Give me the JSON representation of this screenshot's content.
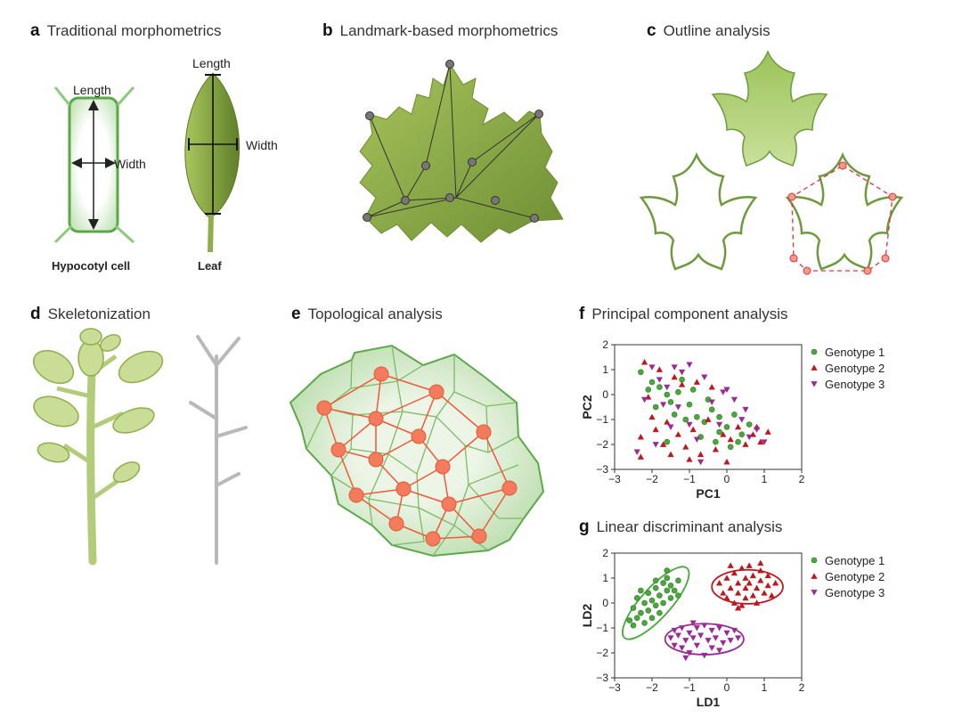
{
  "panels": {
    "a": {
      "letter": "a",
      "title": "Traditional morphometrics",
      "length": "Length",
      "width": "Width",
      "cell": "Hypocotyl cell",
      "leaf": "Leaf"
    },
    "b": {
      "letter": "b",
      "title": "Landmark-based morphometrics"
    },
    "c": {
      "letter": "c",
      "title": "Outline analysis"
    },
    "d": {
      "letter": "d",
      "title": "Skeletonization"
    },
    "e": {
      "letter": "e",
      "title": "Topological analysis"
    },
    "f": {
      "letter": "f",
      "title": "Principal component analysis"
    },
    "g": {
      "letter": "g",
      "title": "Linear discriminant analysis"
    }
  },
  "colors": {
    "leaf": "#8fae4a",
    "cell_green": "#5aa64a",
    "node": "#f07050",
    "g1": "#4aa83c",
    "g2": "#c0161e",
    "g3": "#9a2a96"
  },
  "chart_data": [
    {
      "type": "scatter",
      "xlabel": "PC1",
      "ylabel": "PC2",
      "xlim": [
        -3,
        2
      ],
      "ylim": [
        -3,
        2
      ],
      "xticks": [
        -3,
        -2,
        -1,
        0,
        1,
        2
      ],
      "yticks": [
        -3,
        -2,
        -1,
        0,
        1,
        2
      ],
      "legend": "right",
      "series": [
        {
          "name": "Genotype 1",
          "marker": "circle",
          "color": "#4aa83c",
          "points": [
            [
              -2.3,
              0.9
            ],
            [
              -2.0,
              0.5
            ],
            [
              -1.8,
              0.3
            ],
            [
              -1.6,
              0.0
            ],
            [
              -1.5,
              -0.3
            ],
            [
              -1.3,
              0.1
            ],
            [
              -1.2,
              0.6
            ],
            [
              -1.0,
              -0.4
            ],
            [
              -0.9,
              0.2
            ],
            [
              -0.8,
              -0.9
            ],
            [
              -0.6,
              -1.1
            ],
            [
              -0.5,
              -0.2
            ],
            [
              -0.4,
              -0.6
            ],
            [
              -0.2,
              -0.9
            ],
            [
              0.0,
              -1.3
            ],
            [
              0.2,
              -0.8
            ],
            [
              0.4,
              -1.6
            ],
            [
              0.6,
              -1.2
            ],
            [
              -1.1,
              -1.0
            ],
            [
              -0.7,
              -1.7
            ],
            [
              -1.4,
              -0.8
            ],
            [
              -0.3,
              -1.9
            ],
            [
              0.1,
              -2.1
            ],
            [
              -1.9,
              -0.5
            ],
            [
              -2.1,
              0.2
            ],
            [
              -0.2,
              -1.5
            ],
            [
              0.3,
              -1.9
            ],
            [
              -1.6,
              -1.9
            ]
          ]
        },
        {
          "name": "Genotype 2",
          "marker": "triangle-up",
          "color": "#c0161e",
          "points": [
            [
              -2.2,
              1.3
            ],
            [
              -1.8,
              1.0
            ],
            [
              -2.1,
              -0.1
            ],
            [
              -2.0,
              -0.9
            ],
            [
              -1.9,
              -1.4
            ],
            [
              -1.7,
              -2.0
            ],
            [
              -1.5,
              -2.4
            ],
            [
              -2.3,
              -2.5
            ],
            [
              -1.3,
              -1.6
            ],
            [
              -1.1,
              -2.1
            ],
            [
              -0.9,
              -1.4
            ],
            [
              -0.7,
              -2.4
            ],
            [
              -0.5,
              -1.0
            ],
            [
              -0.3,
              -2.2
            ],
            [
              -0.1,
              -1.6
            ],
            [
              0.1,
              -1.8
            ],
            [
              0.3,
              -1.3
            ],
            [
              0.5,
              -2.0
            ],
            [
              0.7,
              -1.6
            ],
            [
              0.9,
              -1.9
            ],
            [
              1.1,
              -1.5
            ],
            [
              -1.2,
              0.4
            ],
            [
              -0.8,
              0.5
            ],
            [
              -0.4,
              0.3
            ],
            [
              -2.3,
              -1.7
            ],
            [
              -1.6,
              -1.1
            ],
            [
              -1.4,
              0.7
            ],
            [
              -1.0,
              -2.6
            ],
            [
              0.0,
              -2.7
            ],
            [
              0.8,
              -1.3
            ]
          ]
        },
        {
          "name": "Genotype 3",
          "marker": "triangle-down",
          "color": "#9a2a96",
          "points": [
            [
              -2.0,
              1.1
            ],
            [
              -1.8,
              0.6
            ],
            [
              -1.6,
              0.3
            ],
            [
              -1.4,
              1.1
            ],
            [
              -1.2,
              0.9
            ],
            [
              -1.0,
              1.2
            ],
            [
              -1.7,
              -0.4
            ],
            [
              -1.3,
              -0.5
            ],
            [
              -1.0,
              -1.2
            ],
            [
              -0.8,
              -1.8
            ],
            [
              -0.6,
              0.7
            ],
            [
              -0.4,
              -0.3
            ],
            [
              -0.2,
              -1.2
            ],
            [
              0.0,
              0.2
            ],
            [
              0.2,
              -0.2
            ],
            [
              0.4,
              -1.0
            ],
            [
              0.6,
              -1.7
            ],
            [
              0.8,
              -1.4
            ],
            [
              1.0,
              -1.9
            ],
            [
              -2.2,
              -0.2
            ],
            [
              -1.9,
              -2.0
            ],
            [
              -1.5,
              -1.3
            ],
            [
              -0.1,
              0.1
            ],
            [
              -0.7,
              -2.7
            ],
            [
              0.5,
              -0.6
            ],
            [
              -2.4,
              -2.3
            ]
          ]
        }
      ]
    },
    {
      "type": "scatter",
      "xlabel": "LD1",
      "ylabel": "LD2",
      "xlim": [
        -3,
        2
      ],
      "ylim": [
        -3,
        2
      ],
      "xticks": [
        -3,
        -2,
        -1,
        0,
        1,
        2
      ],
      "yticks": [
        -3,
        -2,
        -1,
        0,
        1,
        2
      ],
      "legend": "right",
      "ellipses": [
        {
          "series": "Genotype 1",
          "cx": -1.9,
          "cy": 0.0,
          "rx": 1.25,
          "ry": 0.6,
          "rotate_deg": -48
        },
        {
          "series": "Genotype 2",
          "cx": 0.55,
          "cy": 0.65,
          "rx": 0.95,
          "ry": 0.68,
          "rotate_deg": 0
        },
        {
          "series": "Genotype 3",
          "cx": -0.6,
          "cy": -1.45,
          "rx": 1.05,
          "ry": 0.62,
          "rotate_deg": 0
        }
      ],
      "series": [
        {
          "name": "Genotype 1",
          "marker": "circle",
          "color": "#4aa83c",
          "points": [
            [
              -2.6,
              -0.7
            ],
            [
              -2.5,
              -0.2
            ],
            [
              -2.4,
              -0.6
            ],
            [
              -2.4,
              0.2
            ],
            [
              -2.3,
              -0.4
            ],
            [
              -2.2,
              0.0
            ],
            [
              -2.2,
              -0.8
            ],
            [
              -2.1,
              0.4
            ],
            [
              -2.1,
              -0.3
            ],
            [
              -2.0,
              0.1
            ],
            [
              -2.0,
              -0.6
            ],
            [
              -1.9,
              0.6
            ],
            [
              -1.9,
              -0.1
            ],
            [
              -1.8,
              0.3
            ],
            [
              -1.8,
              -0.4
            ],
            [
              -1.7,
              0.8
            ],
            [
              -1.7,
              0.0
            ],
            [
              -1.6,
              0.5
            ],
            [
              -1.6,
              1.0
            ],
            [
              -1.5,
              0.2
            ],
            [
              -1.5,
              0.7
            ],
            [
              -1.4,
              0.5
            ],
            [
              -1.3,
              0.9
            ],
            [
              -1.3,
              0.3
            ],
            [
              -2.3,
              0.5
            ],
            [
              -1.9,
              0.9
            ],
            [
              -1.6,
              1.3
            ],
            [
              -2.5,
              -0.9
            ]
          ]
        },
        {
          "name": "Genotype 2",
          "marker": "triangle-up",
          "color": "#c0161e",
          "points": [
            [
              -0.2,
              0.8
            ],
            [
              -0.1,
              0.4
            ],
            [
              0.0,
              1.0
            ],
            [
              0.0,
              0.2
            ],
            [
              0.1,
              0.6
            ],
            [
              0.2,
              1.2
            ],
            [
              0.2,
              0.0
            ],
            [
              0.3,
              0.8
            ],
            [
              0.3,
              0.4
            ],
            [
              0.4,
              1.4
            ],
            [
              0.4,
              -0.1
            ],
            [
              0.5,
              1.0
            ],
            [
              0.5,
              0.6
            ],
            [
              0.5,
              0.2
            ],
            [
              0.6,
              1.5
            ],
            [
              0.6,
              0.8
            ],
            [
              0.7,
              0.3
            ],
            [
              0.7,
              1.1
            ],
            [
              0.8,
              0.6
            ],
            [
              0.8,
              0.0
            ],
            [
              0.9,
              1.3
            ],
            [
              0.9,
              0.9
            ],
            [
              1.0,
              0.4
            ],
            [
              1.1,
              0.7
            ],
            [
              1.1,
              1.1
            ],
            [
              1.2,
              0.3
            ],
            [
              1.3,
              0.8
            ],
            [
              0.3,
              -0.2
            ],
            [
              0.1,
              1.5
            ],
            [
              0.9,
              1.6
            ]
          ]
        },
        {
          "name": "Genotype 3",
          "marker": "triangle-down",
          "color": "#9a2a96",
          "points": [
            [
              -1.5,
              -1.4
            ],
            [
              -1.4,
              -1.1
            ],
            [
              -1.4,
              -1.7
            ],
            [
              -1.3,
              -1.3
            ],
            [
              -1.2,
              -1.0
            ],
            [
              -1.2,
              -1.8
            ],
            [
              -1.1,
              -1.5
            ],
            [
              -1.0,
              -1.2
            ],
            [
              -1.0,
              -2.0
            ],
            [
              -0.9,
              -1.4
            ],
            [
              -0.8,
              -1.0
            ],
            [
              -0.8,
              -1.7
            ],
            [
              -0.7,
              -1.3
            ],
            [
              -0.6,
              -2.1
            ],
            [
              -0.6,
              -0.9
            ],
            [
              -0.5,
              -1.5
            ],
            [
              -0.4,
              -1.1
            ],
            [
              -0.4,
              -1.8
            ],
            [
              -0.3,
              -1.4
            ],
            [
              -0.2,
              -1.0
            ],
            [
              -0.2,
              -1.9
            ],
            [
              -0.1,
              -1.6
            ],
            [
              0.0,
              -1.2
            ],
            [
              0.1,
              -1.5
            ],
            [
              0.2,
              -1.1
            ],
            [
              -1.1,
              -2.2
            ],
            [
              -0.9,
              -0.8
            ],
            [
              0.3,
              -1.4
            ]
          ]
        }
      ]
    }
  ]
}
